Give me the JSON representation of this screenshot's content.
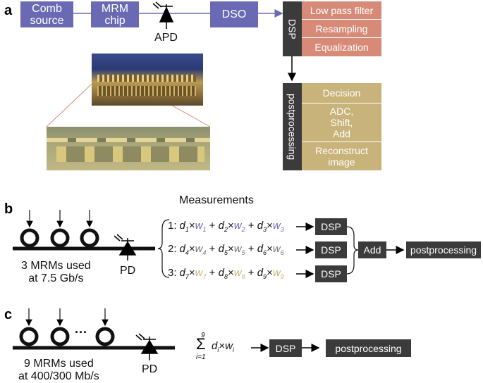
{
  "panels": {
    "a": "a",
    "b": "b",
    "c": "c"
  },
  "a": {
    "comb_source": "Comb\nsource",
    "mrm_chip": "MRM\nchip",
    "apd": "APD",
    "dso": "DSO",
    "dsp": "DSP",
    "dsp_steps": [
      "Low pass filter",
      "Resampling",
      "Equalization"
    ],
    "postprocessing": "postprocessing",
    "post_steps": [
      "Decision",
      "ADC,\nShift,\nAdd",
      "Reconstruct\nimage"
    ]
  },
  "b": {
    "mrm_caption": "3 MRMs used\nat 7.5 Gb/s",
    "pd": "PD",
    "measurements_title": "Measurements",
    "measurements": [
      {
        "index": "1:",
        "terms": [
          {
            "d": "d",
            "ds": "1",
            "w": "w",
            "ws": "1",
            "color": "#6a6ab4"
          },
          {
            "d": "d",
            "ds": "2",
            "w": "w",
            "ws": "2",
            "color": "#6a6ab4"
          },
          {
            "d": "d",
            "ds": "3",
            "w": "w",
            "ws": "3",
            "color": "#6a6ab4"
          }
        ]
      },
      {
        "index": "2:",
        "terms": [
          {
            "d": "d",
            "ds": "4",
            "w": "w",
            "ws": "4",
            "color": "#777777"
          },
          {
            "d": "d",
            "ds": "5",
            "w": "w",
            "ws": "5",
            "color": "#777777"
          },
          {
            "d": "d",
            "ds": "6",
            "w": "w",
            "ws": "6",
            "color": "#777777"
          }
        ]
      },
      {
        "index": "3:",
        "terms": [
          {
            "d": "d",
            "ds": "7",
            "w": "w",
            "ws": "7",
            "color": "#c8b37a"
          },
          {
            "d": "d",
            "ds": "8",
            "w": "w",
            "ws": "8",
            "color": "#c8b37a"
          },
          {
            "d": "d",
            "ds": "9",
            "w": "w",
            "ws": "9",
            "color": "#c8b37a"
          }
        ]
      }
    ],
    "dsp": "DSP",
    "add": "Add",
    "postprocessing": "postprocessing"
  },
  "c": {
    "mrm_caption": "9 MRMs used\nat 400/300 Mb/s",
    "pd": "PD",
    "dots": "···",
    "sum_top": "9",
    "sum_symbol": "Σ",
    "sum_bottom": "i=1",
    "sum_d": "d",
    "sum_ds": "i",
    "sum_times": "×",
    "sum_w": "w",
    "sum_ws": "i",
    "dsp": "DSP",
    "postprocessing": "postprocessing"
  },
  "colors": {
    "blue": "#6a6ab4",
    "pink": "#d88a78",
    "tan": "#c8b37a",
    "dark": "#3b3b3b"
  }
}
